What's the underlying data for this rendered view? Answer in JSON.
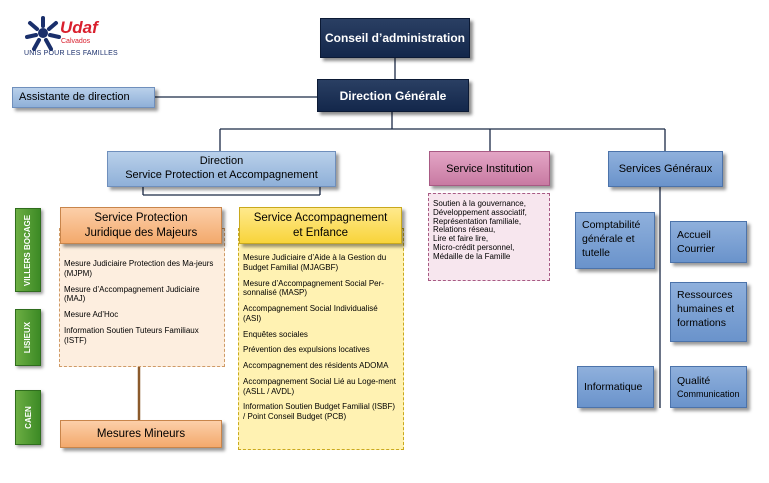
{
  "logo": {
    "word": "Udaf",
    "sub": "Calvados",
    "tagline": "UNIS POUR LES FAMILLES",
    "brand_color": "#d9202e"
  },
  "top": {
    "conseil": "Conseil d’administration",
    "direction_generale": "Direction Générale",
    "assistante": "Assistante de direction"
  },
  "direction_spa": {
    "line1": "Direction",
    "line2": "Service Protection et Accompagnement"
  },
  "service_institution": {
    "title": "Service Institution",
    "items": [
      "Soutien à la gouvernance,",
      "Développement associatif,",
      "Représentation familiale,",
      "Relations réseau,",
      "Lire et faire lire,",
      "Micro-crédit personnel,",
      "Médaille de la Famille"
    ]
  },
  "services_generaux": {
    "title": "Services Généraux",
    "comptabilite": "Comptabilité générale et tutelle",
    "accueil": "Accueil Courrier",
    "rh": "Ressources humaines et formations",
    "informatique": "Informatique",
    "qualite_line1": "Qualité",
    "qualite_line2": "Communication"
  },
  "territories": [
    "VILLERS BOCAGE",
    "LISIEUX",
    "CAEN"
  ],
  "spjm": {
    "title_line1": "Service Protection",
    "title_line2": "Juridique des Majeurs",
    "items": [
      "Mesure Judiciaire Protection des Ma-jeurs (MJPM)",
      "Mesure d’Accompagnement Judiciaire (MAJ)",
      "Mesure Ad’Hoc",
      "Information Soutien Tuteurs Familiaux (ISTF)"
    ],
    "mesures_mineurs": "Mesures Mineurs"
  },
  "sae": {
    "title_line1": "Service Accompagnement",
    "title_line2": "et Enfance",
    "items": [
      "Mesure Judiciaire d’Aide à la Gestion du Budget Familial (MJAGBF)",
      "Mesure d’Accompagnement Social Per-sonnalisé (MASP)",
      "Accompagnement Social Individualisé (ASI)",
      "Enquêtes sociales",
      "Prévention des expulsions locatives",
      "Accompagnement des résidents ADOMA",
      "Accompagnement Social Lié au Loge-ment (ASLL / AVDL)",
      "Information Soutien Budget Familial (ISBF) / Point Conseil Budget (PCB)"
    ]
  },
  "colors": {
    "navy": "#13274b",
    "blue": "#8fb0d8",
    "orange": "#f3a96c",
    "yellow": "#f8d43a",
    "pink": "#c87aa2",
    "green": "#3c8a25",
    "connector_brown": "#8b5a2b"
  }
}
